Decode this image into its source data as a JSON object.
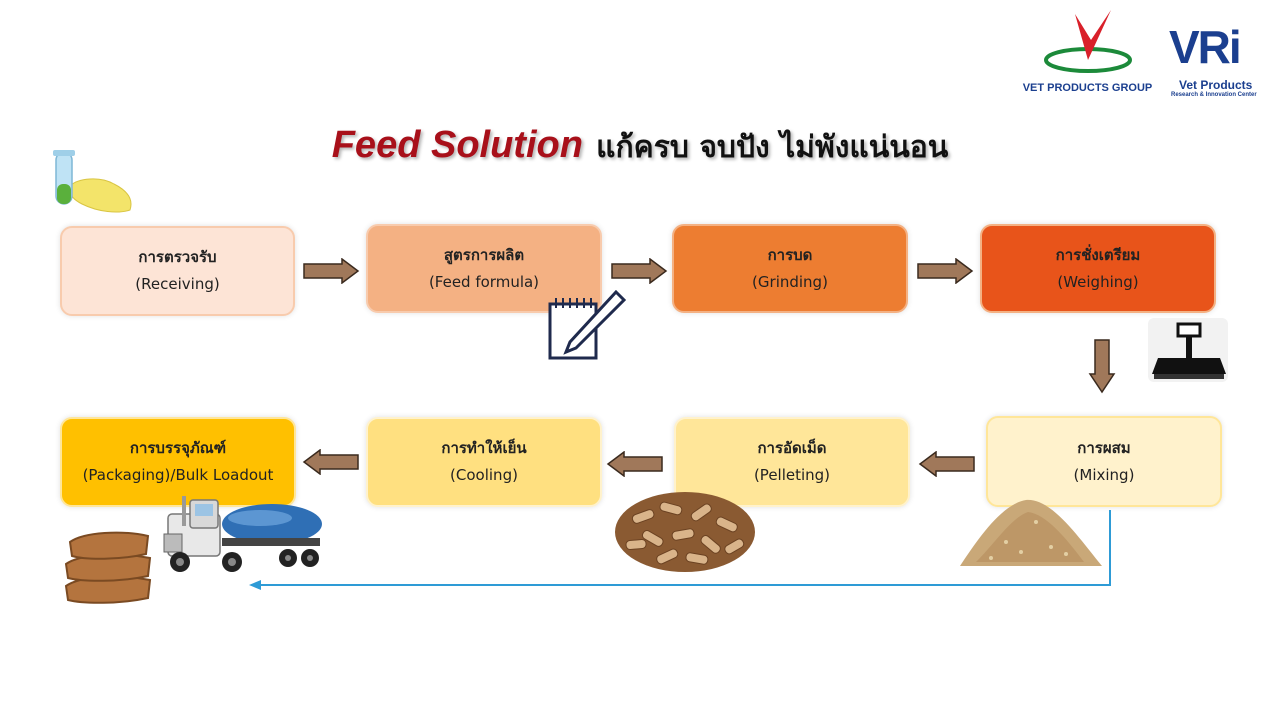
{
  "logos": {
    "vet_products_group": "VET PRODUCTS GROUP",
    "vri_mark": "VRi",
    "vri_name": "Vet Products",
    "vri_subtitle": "Research & Innovation Center"
  },
  "title": {
    "english": "Feed Solution",
    "thai": "แก้ครบ จบปัง ไม่พังแน่นอน"
  },
  "steps": [
    {
      "th": "การตรวจรับ",
      "en": "(Receiving)",
      "color": "#fde4d6"
    },
    {
      "th": "สูตรการผลิต",
      "en": "(Feed formula)",
      "color": "#f4b183"
    },
    {
      "th": "การบด",
      "en": "(Grinding)",
      "color": "#ed7d31"
    },
    {
      "th": "การชั่งเตรียม",
      "en": "(Weighing)",
      "color": "#e8541a"
    },
    {
      "th": "การผสม",
      "en": "(Mixing)",
      "color": "#fff2cc"
    },
    {
      "th": "การอัดเม็ด",
      "en": "(Pelleting)",
      "color": "#ffe699"
    },
    {
      "th": "การทำให้เย็น",
      "en": "(Cooling)",
      "color": "#ffe080"
    },
    {
      "th": "การบรรจุภัณฑ์",
      "en": "(Packaging)/Bulk Loadout",
      "color": "#ffc000"
    }
  ],
  "colors": {
    "arrow_fill": "#a0785a",
    "return_line": "#2e9bd6",
    "title_red": "#a8101a"
  },
  "icons": [
    "test-tube-hand-icon",
    "notepad-pen-icon",
    "scale-icon",
    "feed-pile-image",
    "pellets-image",
    "tanker-truck-image",
    "feed-sacks-image"
  ]
}
